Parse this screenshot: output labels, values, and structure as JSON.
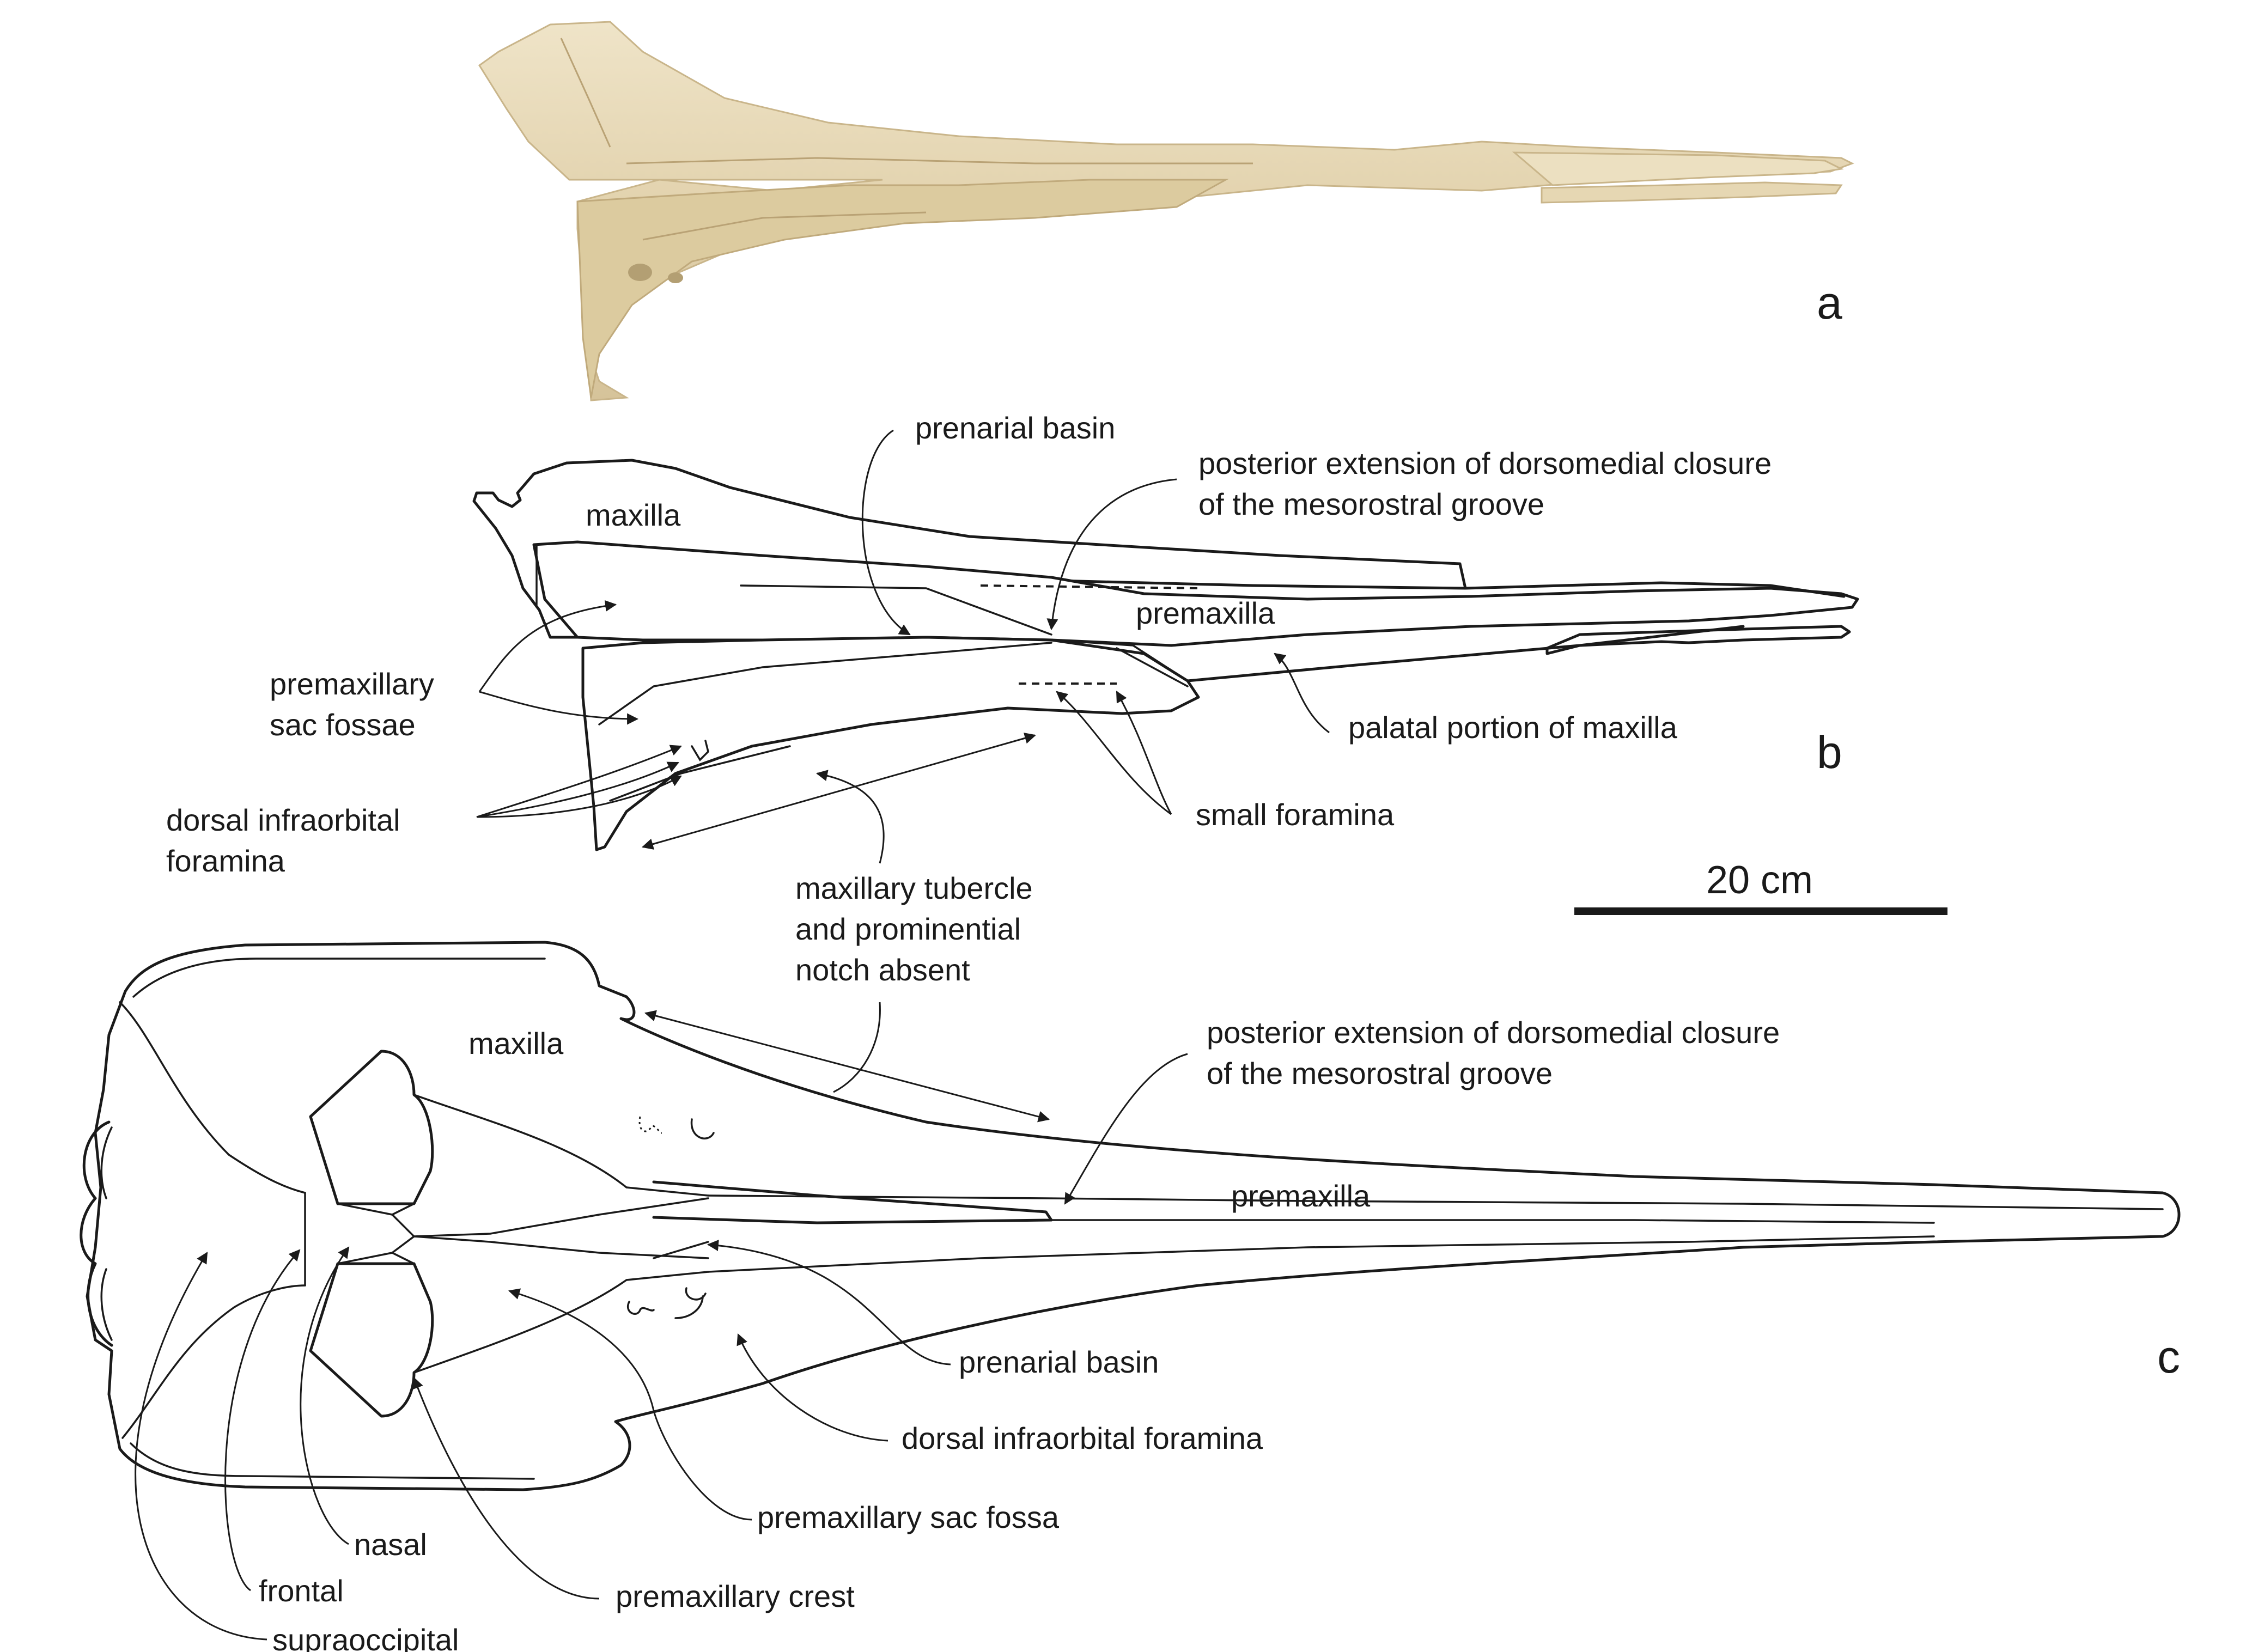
{
  "panels": {
    "a": "a",
    "b": "b",
    "c": "c"
  },
  "scale_bar": {
    "label": "20 cm"
  },
  "labels_b": {
    "prenarial_basin": "prenarial basin",
    "posterior_extension_1": "posterior extension of dorsomedial closure",
    "posterior_extension_2": "of the mesorostral groove",
    "maxilla": "maxilla",
    "premaxilla": "premaxilla",
    "premaxillary_sac_fossae_1": "premaxillary",
    "premaxillary_sac_fossae_2": "sac fossae",
    "palatal_portion": "palatal portion of maxilla",
    "dorsal_infraorbital_1": "dorsal infraorbital",
    "dorsal_infraorbital_2": "foramina",
    "small_foramina": "small foramina",
    "maxillary_tubercle_1": "maxillary tubercle",
    "maxillary_tubercle_2": "and prominential",
    "maxillary_tubercle_3": "notch absent"
  },
  "labels_c": {
    "maxilla": "maxilla",
    "posterior_extension_1": "posterior extension of dorsomedial closure",
    "posterior_extension_2": "of the mesorostral groove",
    "premaxilla": "premaxilla",
    "prenarial_basin": "prenarial basin",
    "dorsal_infraorbital": "dorsal infraorbital foramina",
    "premaxillary_sac_fossa": "premaxillary sac fossa",
    "premaxillary_crest": "premaxillary crest",
    "nasal": "nasal",
    "frontal": "frontal",
    "supraoccipital": "supraoccipital"
  }
}
